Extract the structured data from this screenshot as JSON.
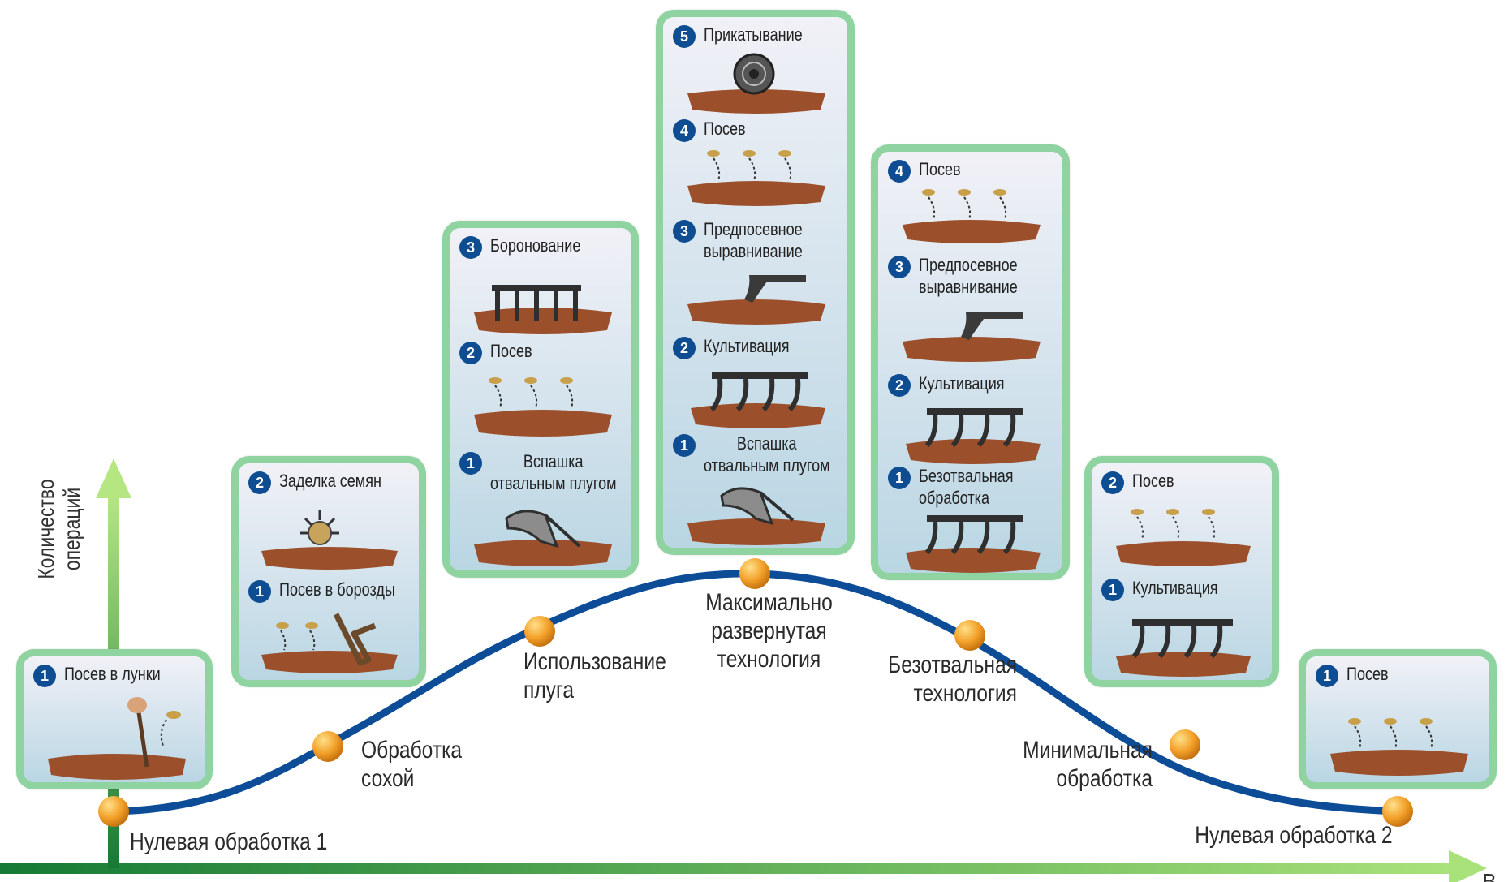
{
  "axes": {
    "y_label": "Количество\nопераций",
    "x_label": "В"
  },
  "stages": [
    {
      "id": "zero1",
      "label": "Нулевая обработка 1"
    },
    {
      "id": "sokha",
      "label": "Обработка\nсохой"
    },
    {
      "id": "plug",
      "label": "Использование\nплуга"
    },
    {
      "id": "max",
      "label": "Максимально\nразвернутая\nтехнология"
    },
    {
      "id": "bezotv",
      "label": "Безотвальная\nтехнология"
    },
    {
      "id": "min",
      "label": "Минимальная\nобработка"
    },
    {
      "id": "zero2",
      "label": "Нулевая обработка 2"
    }
  ],
  "cards": [
    {
      "id": "card-zero1",
      "ops": [
        {
          "num": "1",
          "label": "Посев в лунки",
          "icon": "hand-planting-icon"
        }
      ]
    },
    {
      "id": "card-sokha",
      "ops": [
        {
          "num": "2",
          "label": "Заделка семян",
          "icon": "harrow-star-icon"
        },
        {
          "num": "1",
          "label": "Посев в борозды",
          "icon": "sokha-sowing-icon"
        }
      ]
    },
    {
      "id": "card-plug",
      "ops": [
        {
          "num": "3",
          "label": "Боронование",
          "icon": "harrow-icon"
        },
        {
          "num": "2",
          "label": "Посев",
          "icon": "seeds-icon"
        },
        {
          "num": "1",
          "label": "Вспашка\nотвальным плугом",
          "icon": "plough-icon"
        }
      ]
    },
    {
      "id": "card-max",
      "ops": [
        {
          "num": "5",
          "label": "Прикатывание",
          "icon": "roller-icon"
        },
        {
          "num": "4",
          "label": "Посев",
          "icon": "seeds-icon"
        },
        {
          "num": "3",
          "label": "Предпосевное\nвыравнивание",
          "icon": "leveler-icon"
        },
        {
          "num": "2",
          "label": "Культивация",
          "icon": "cultivator-icon"
        },
        {
          "num": "1",
          "label": "Вспашка\nотвальным плугом",
          "icon": "plough-icon"
        }
      ]
    },
    {
      "id": "card-bezotv",
      "ops": [
        {
          "num": "4",
          "label": "Посев",
          "icon": "seeds-icon"
        },
        {
          "num": "3",
          "label": "Предпосевное\nвыравнивание",
          "icon": "leveler-icon"
        },
        {
          "num": "2",
          "label": "Культивация",
          "icon": "cultivator-icon"
        },
        {
          "num": "1",
          "label": "Безотвальная\nобработка",
          "icon": "cultivator-icon"
        }
      ]
    },
    {
      "id": "card-min",
      "ops": [
        {
          "num": "2",
          "label": "Посев",
          "icon": "seeds-icon"
        },
        {
          "num": "1",
          "label": "Культивация",
          "icon": "cultivator-icon"
        }
      ]
    },
    {
      "id": "card-zero2",
      "ops": [
        {
          "num": "1",
          "label": "Посев",
          "icon": "seeds-icon"
        }
      ]
    }
  ],
  "colors": {
    "curve": "#0d4c97",
    "node": "#f3a12a",
    "card_border": "#8fd3a0",
    "badge": "#0e4d92",
    "soil": "#9b4f2b",
    "axis_start": "#157a35",
    "axis_end": "#a9e27a"
  }
}
